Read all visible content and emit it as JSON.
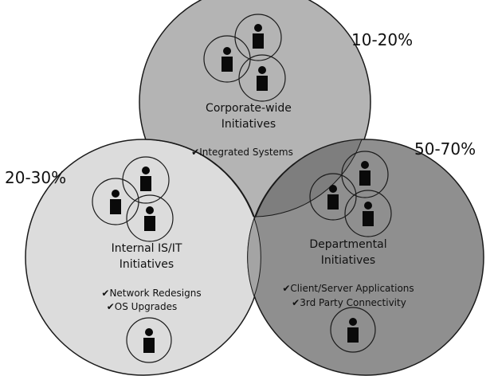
{
  "colors": {
    "background": "#ffffff",
    "corporate_fill": "#b4b4b4",
    "internal_fill": "#dcdcdc",
    "departmental_fill": "#8f8f8f",
    "outline": "#1a1a1a",
    "person": "#0a0a0a"
  },
  "groups": {
    "corporate": {
      "percent": "10-20%",
      "title_line1": "Corporate-wide",
      "title_line2": "Initiatives",
      "item1": "✔Integrated Systems"
    },
    "internal": {
      "percent": "20-30%",
      "title_line1": "Internal IS/IT",
      "title_line2": "Initiatives",
      "item1": "✔Network Redesigns",
      "item2": "✔OS Upgrades"
    },
    "departmental": {
      "percent": "50-70%",
      "title_line1": "Departmental",
      "title_line2": "Initiatives",
      "item1": "✔Client/Server Applications",
      "item2": "✔3rd Party Connectivity"
    }
  },
  "icons": [
    "person-icon"
  ]
}
